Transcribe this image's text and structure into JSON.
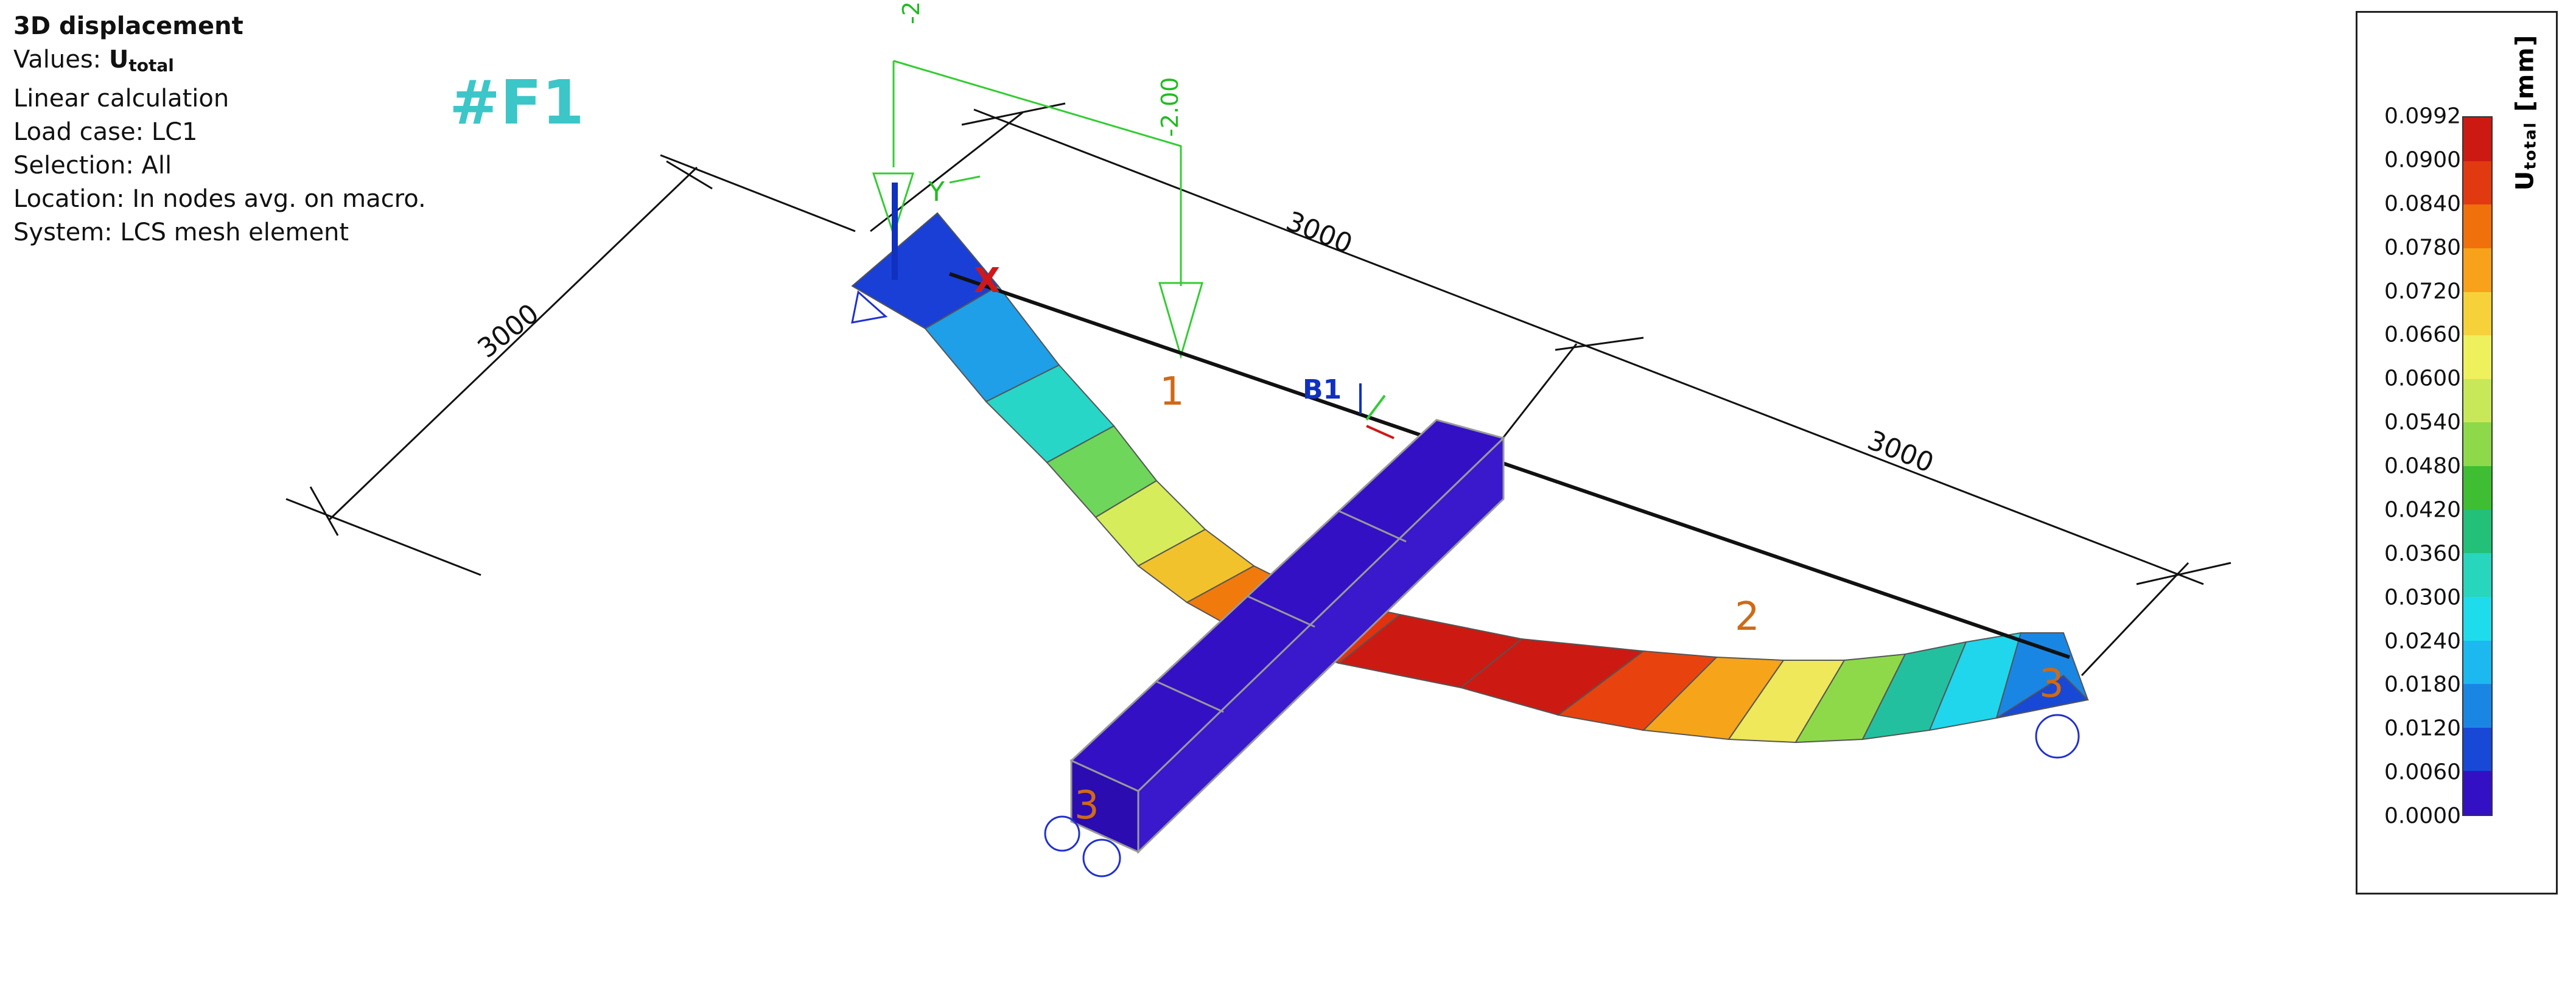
{
  "info": {
    "title": "3D displacement",
    "values_label": "Values: ",
    "values_sym": "U",
    "values_sub": "total",
    "calculation": "Linear calculation",
    "load_case": "Load case: LC1",
    "selection": "Selection: All",
    "location": "Location: In nodes avg. on macro.",
    "system": "System: LCS mesh element"
  },
  "tag": "#F1",
  "labels": {
    "dim_left": "3000",
    "dim_top": "3000",
    "dim_right": "3000",
    "load_value": "-2.00",
    "load_value_cut": "-2.",
    "member1": "1",
    "member2": "2",
    "member3": "3",
    "beam_name": "B1",
    "axis_x": "X",
    "axis_y": "Y"
  },
  "legend": {
    "sym": "U",
    "sub": "total",
    "unit": "[mm]",
    "ticks": [
      "0.0992",
      "0.0900",
      "0.0840",
      "0.0780",
      "0.0720",
      "0.0660",
      "0.0600",
      "0.0540",
      "0.0480",
      "0.0420",
      "0.0360",
      "0.0300",
      "0.0240",
      "0.0180",
      "0.0120",
      "0.0060",
      "0.0000"
    ],
    "colors": [
      "#cc1a12",
      "#e23a10",
      "#f0700c",
      "#f7a21a",
      "#f6d13a",
      "#eef05c",
      "#c8e85a",
      "#8ed94a",
      "#3fbe33",
      "#23c07a",
      "#28d6bd",
      "#1fdcec",
      "#1cb8f0",
      "#1a86e4",
      "#1848d6",
      "#3410c4"
    ]
  }
}
